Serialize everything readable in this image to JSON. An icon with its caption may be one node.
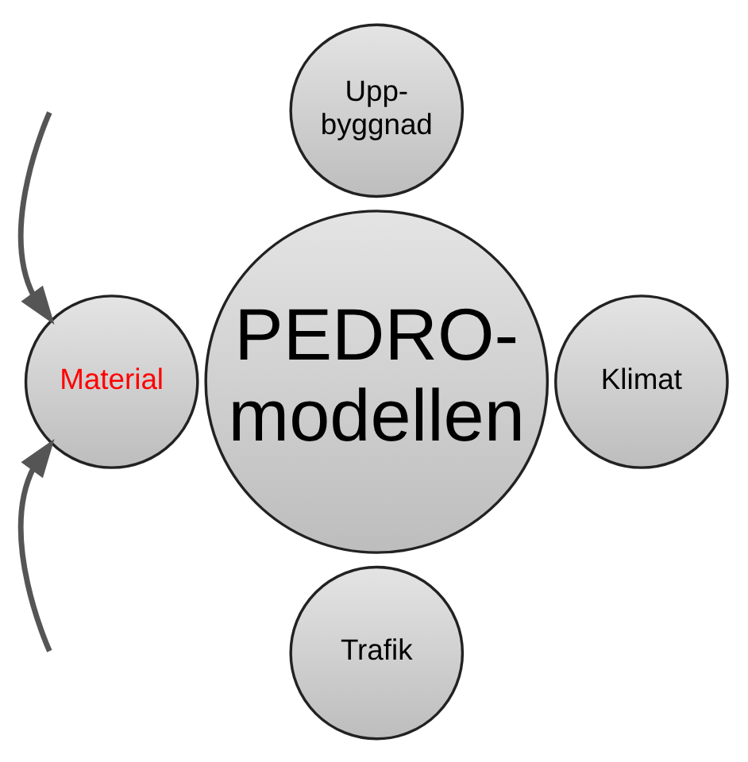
{
  "diagram": {
    "nodes": [
      {
        "text": [
          "PEDRO- modellen"
        ]
      },
      {
        "text": [
          "Upp- byggnad"
        ]
      },
      {
        "text": [
          "Material"
        ]
      },
      {
        "text": [
          "Klimat"
        ]
      },
      {
        "text": [
          "Trafik"
        ]
      }
    ],
    "edges": [
      {
        "from": null,
        "to": 2,
        "arrow": "to"
      },
      {
        "from": null,
        "to": 2,
        "arrow": "to"
      }
    ]
  }
}
